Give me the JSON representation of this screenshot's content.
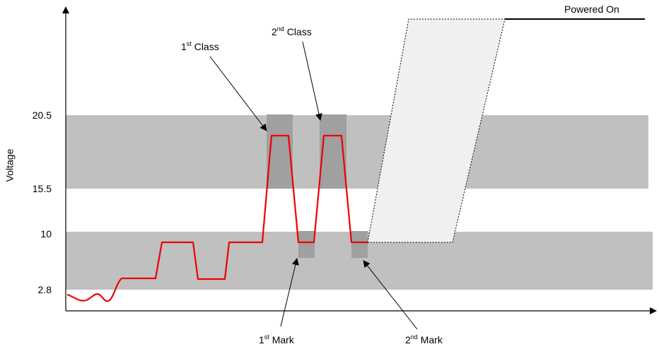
{
  "y_axis": {
    "label": "Voltage",
    "ticks": [
      "20.5",
      "15.5",
      "10",
      "2.8"
    ]
  },
  "annotations": {
    "class1": {
      "sup": "st",
      "num": "1",
      "text": "Class"
    },
    "class2": {
      "sup": "nd",
      "num": "2",
      "text": "Class"
    },
    "mark1": {
      "sup": "st",
      "num": "1",
      "text": "Mark"
    },
    "mark2": {
      "sup": "nd",
      "num": "2",
      "text": "Mark"
    },
    "powered_on": "Powered On"
  },
  "colors": {
    "band": "#c0c0c0",
    "pulse_highlight": "#a0a0a0",
    "signal": "#ee0000",
    "power_ramp": "#f0f0f0",
    "axis": "#000000"
  }
}
